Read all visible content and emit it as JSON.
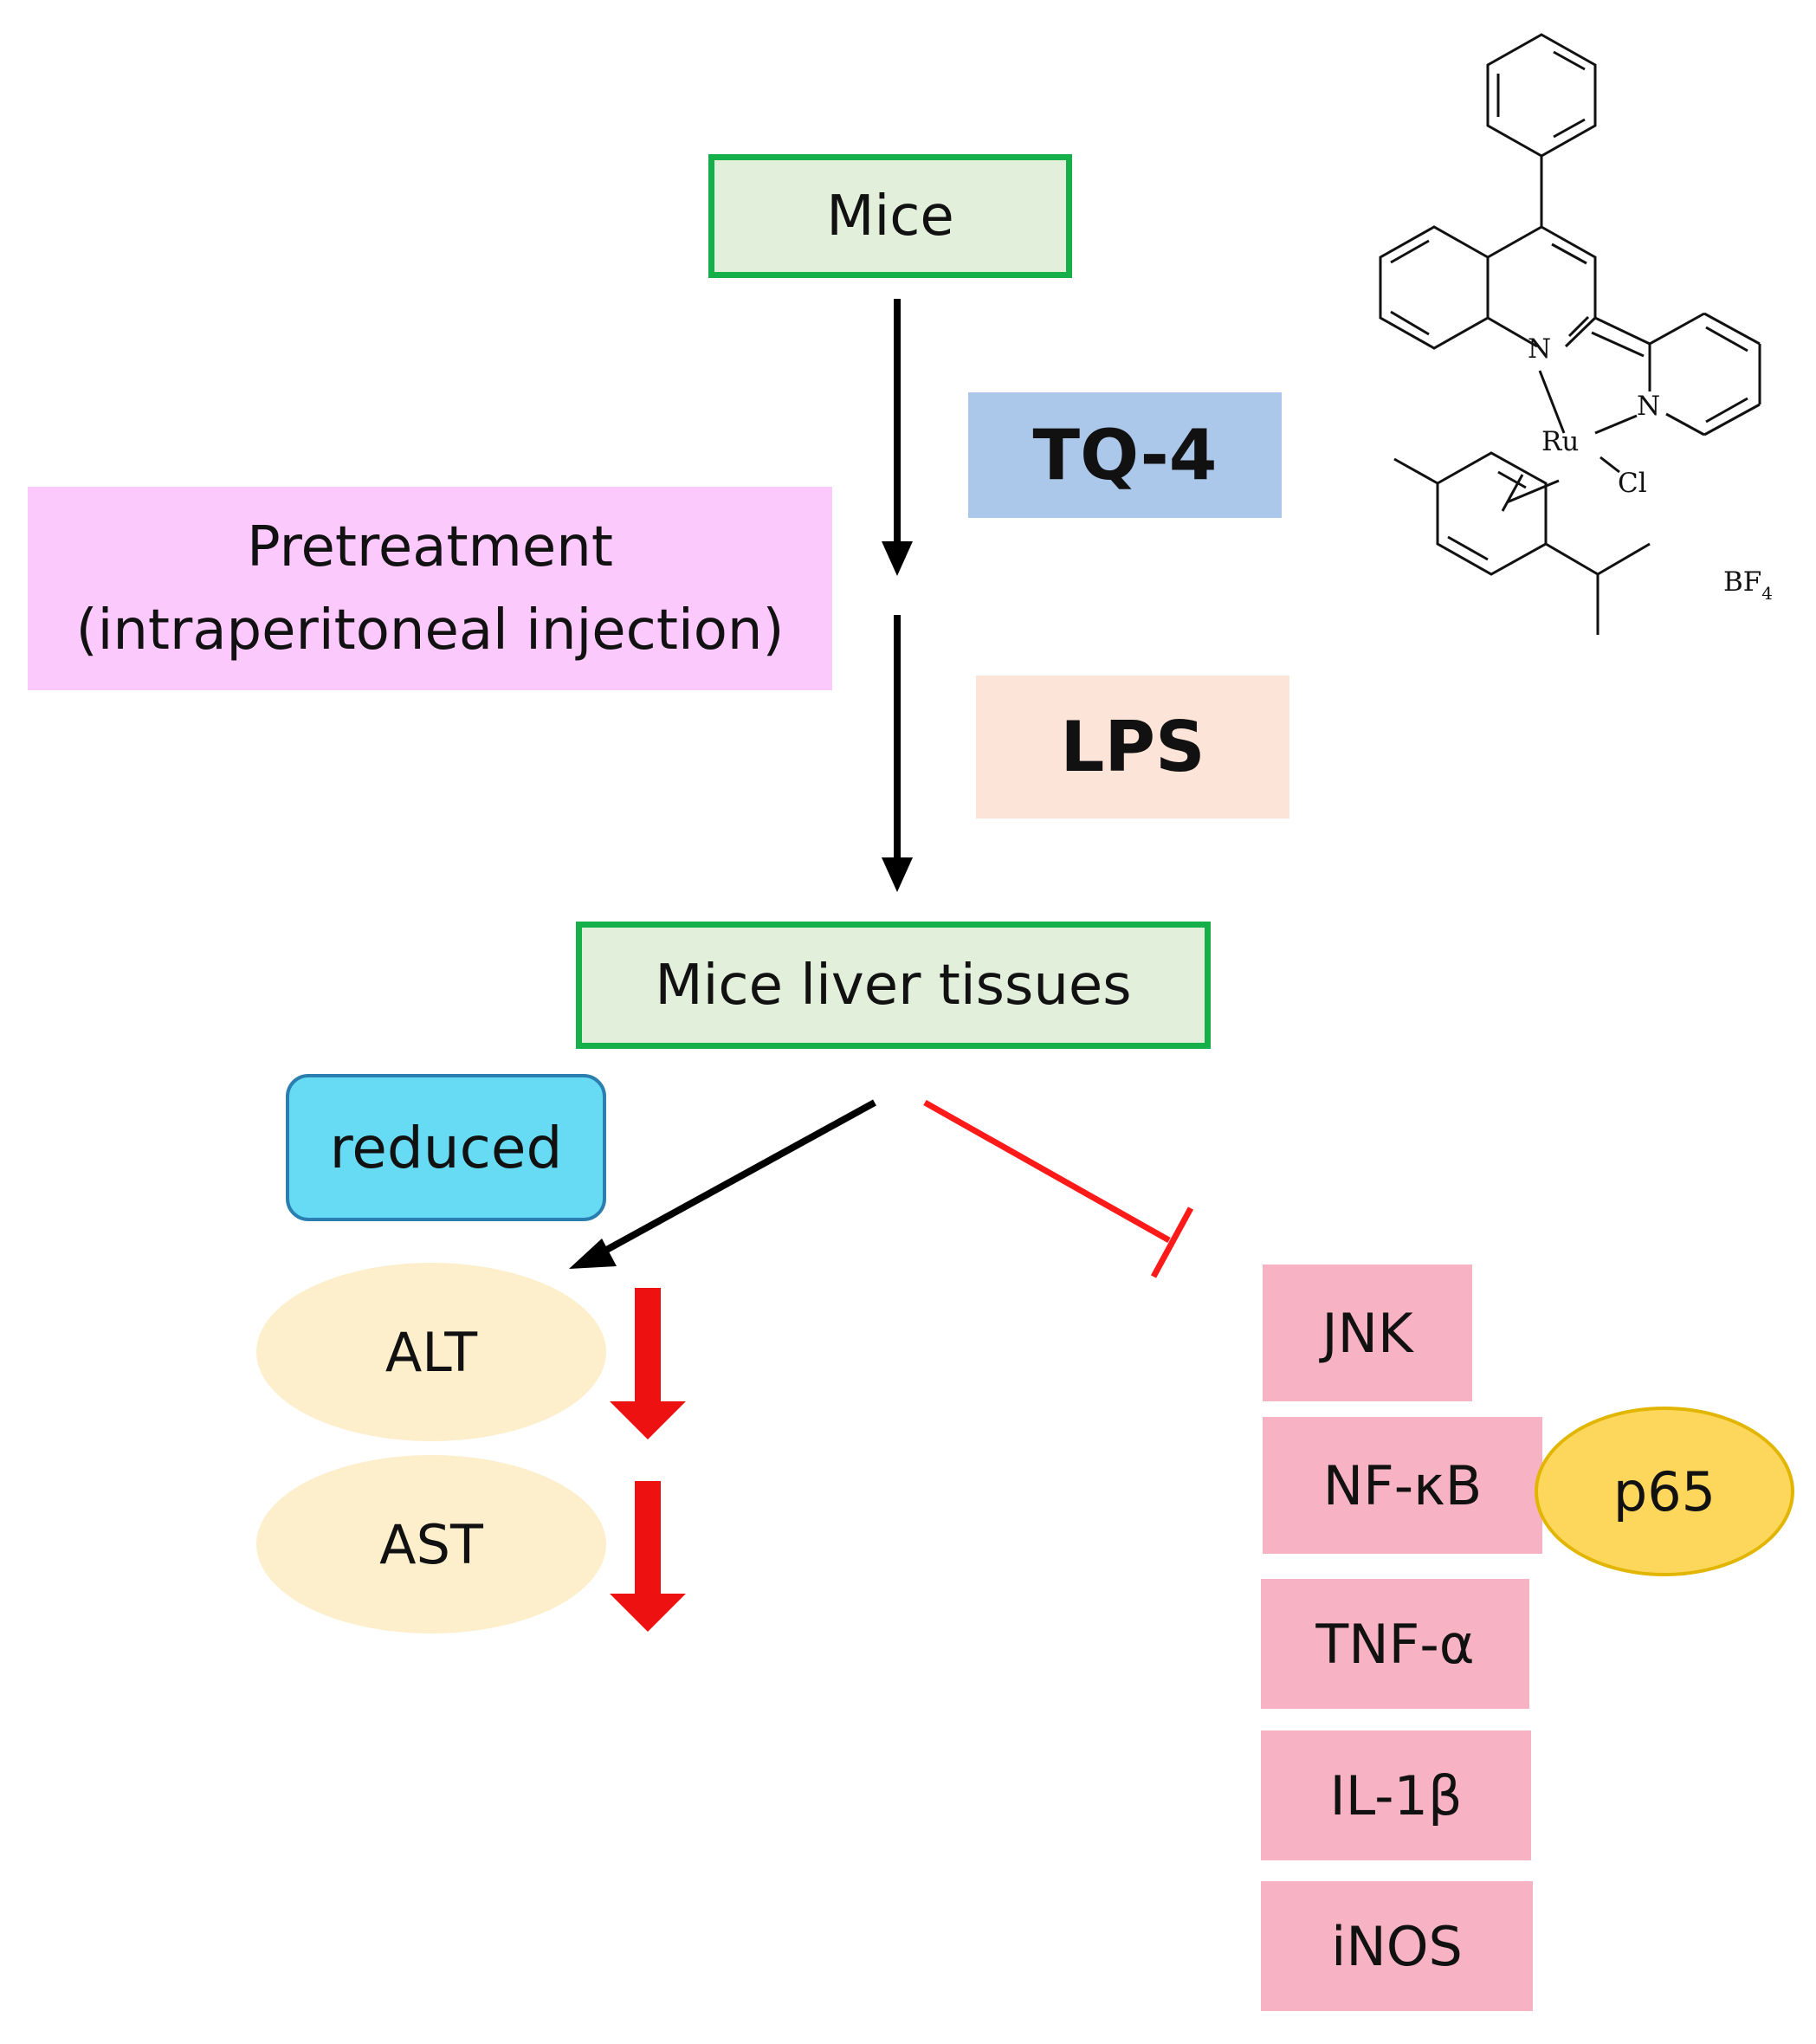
{
  "nodes": {
    "mice": "Mice",
    "tq4": "TQ-4",
    "pretreatment_line1": "Pretreatment",
    "pretreatment_line2": "(intraperitoneal injection)",
    "lps": "LPS",
    "liver": "Mice liver tissues",
    "reduced": "reduced",
    "alt": "ALT",
    "ast": "AST",
    "jnk": "JNK",
    "nfkb": "NF-κB",
    "p65": "p65",
    "tnfa": "TNF-α",
    "il1b": "IL-1β",
    "inos": "iNOS"
  },
  "structure": {
    "atom_n1": "N",
    "atom_n2": "N",
    "atom_ru": "Ru",
    "atom_cl": "Cl",
    "counterion": "BF",
    "counterion_sub": "4"
  },
  "colors": {
    "green_border": "#16b04a",
    "green_fill": "#e2efda",
    "tq4_fill": "#abc7ea",
    "pretreatment_fill": "#fcc9fc",
    "lps_fill": "#fde4d8",
    "reduced_fill": "#66dbf3",
    "ellipse_fill": "#fdefcc",
    "pink_box_fill": "#f7b3c4",
    "p65_fill": "#fdd75c",
    "inhibit_red": "#ff1a1a"
  }
}
